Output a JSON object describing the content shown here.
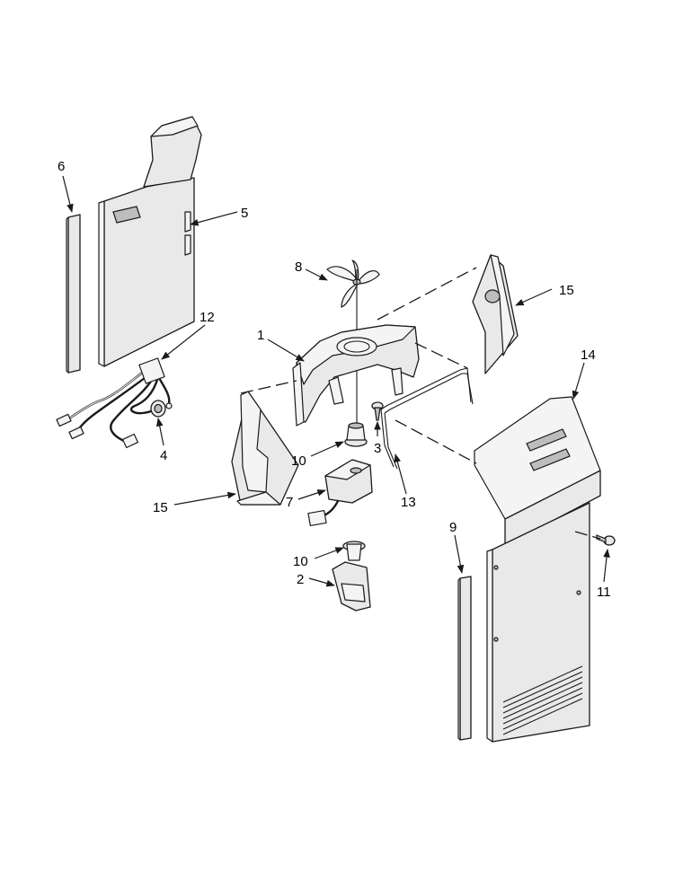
{
  "diagram": {
    "callouts": [
      {
        "id": "c-6",
        "text": "6"
      },
      {
        "id": "c-5",
        "text": "5"
      },
      {
        "id": "c-8",
        "text": "8"
      },
      {
        "id": "c-15a",
        "text": "15"
      },
      {
        "id": "c-12",
        "text": "12"
      },
      {
        "id": "c-1",
        "text": "1"
      },
      {
        "id": "c-14",
        "text": "14"
      },
      {
        "id": "c-4",
        "text": "4"
      },
      {
        "id": "c-3",
        "text": "3"
      },
      {
        "id": "c-10a",
        "text": "10"
      },
      {
        "id": "c-15b",
        "text": "15"
      },
      {
        "id": "c-7",
        "text": "7"
      },
      {
        "id": "c-13",
        "text": "13"
      },
      {
        "id": "c-9",
        "text": "9"
      },
      {
        "id": "c-10b",
        "text": "10"
      },
      {
        "id": "c-2",
        "text": "2"
      },
      {
        "id": "c-11",
        "text": "11"
      }
    ]
  }
}
